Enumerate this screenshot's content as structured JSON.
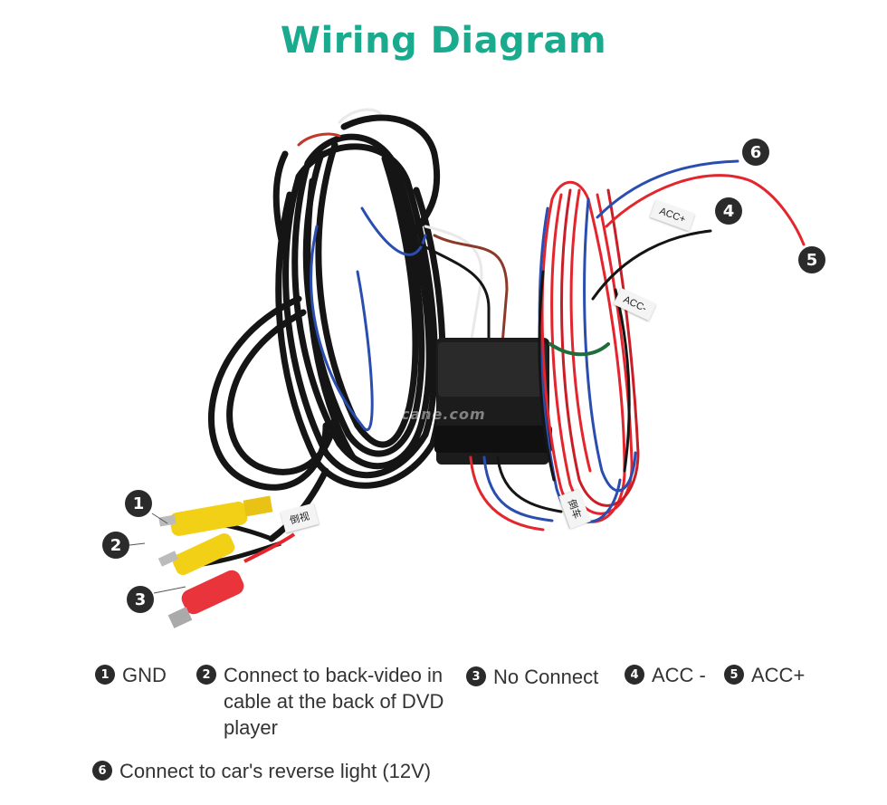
{
  "title": "Wiring Diagram",
  "watermark": "Seicane.com",
  "wire_tags": {
    "acc_plus": "ACC+",
    "acc_minus": "ACC-",
    "chinese_tag": "倒视",
    "module_tag": "倒车"
  },
  "markers": [
    "1",
    "2",
    "3",
    "4",
    "5",
    "6"
  ],
  "legend": [
    {
      "num": "1",
      "text": "GND"
    },
    {
      "num": "2",
      "text": "Connect to back-video in cable at the back of DVD player"
    },
    {
      "num": "3",
      "text": "No Connect"
    },
    {
      "num": "4",
      "text": "ACC -"
    },
    {
      "num": "5",
      "text": "ACC+"
    },
    {
      "num": "6",
      "text": "Connect to car's reverse light (12V)"
    }
  ],
  "colors": {
    "title": "#1aaa8e",
    "marker": "#2b2b2b",
    "wire_black": "#151515",
    "wire_red": "#e3262e",
    "wire_blue": "#2a4db0",
    "rca_yellow": "#f2d016",
    "rca_red": "#e8343a"
  }
}
